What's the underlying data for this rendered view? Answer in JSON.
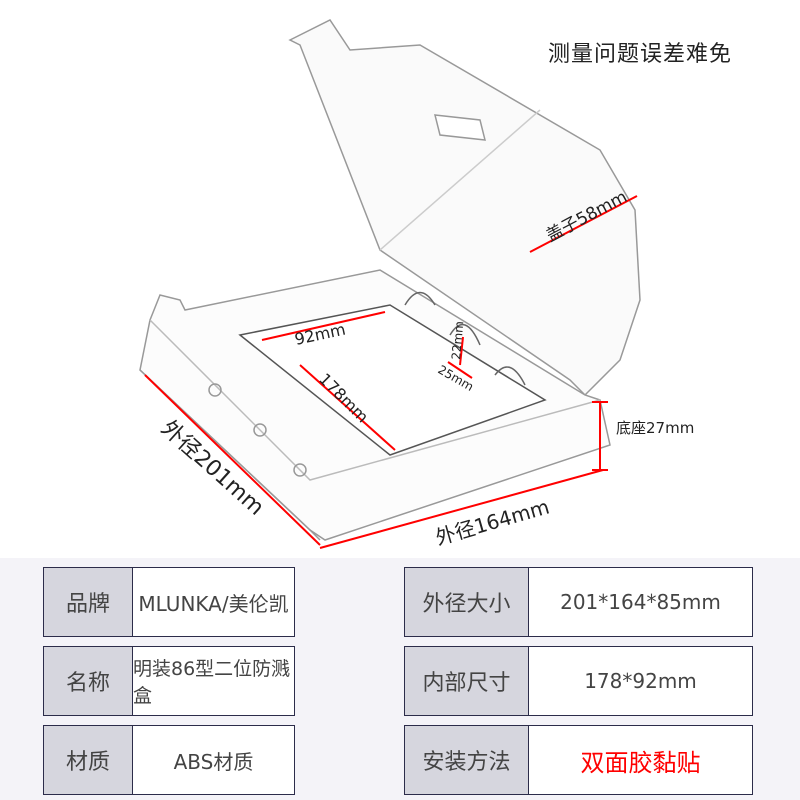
{
  "caption": "测量问题误差难免",
  "annotations": {
    "lid": "盖子58mm",
    "inner_width": "92mm",
    "inner_length": "178mm",
    "notch_height": "22mm",
    "notch_width": "25mm",
    "base": "底座27mm",
    "outer_length": "外径201mm",
    "outer_width": "外径164mm"
  },
  "specs": [
    {
      "label": "品牌",
      "value": "MLUNKA/美伦凯"
    },
    {
      "label": "外径大小",
      "value": "201*164*85mm"
    },
    {
      "label": "名称",
      "value": "明装86型二位防溅盒"
    },
    {
      "label": "内部尺寸",
      "value": "178*92mm"
    },
    {
      "label": "材质",
      "value": "ABS材质"
    },
    {
      "label": "安装方法",
      "value": "双面胶黏贴"
    }
  ],
  "colors": {
    "accent": "#ff0000",
    "label_bg": "#d6d6de",
    "border": "#2c2c4a"
  }
}
